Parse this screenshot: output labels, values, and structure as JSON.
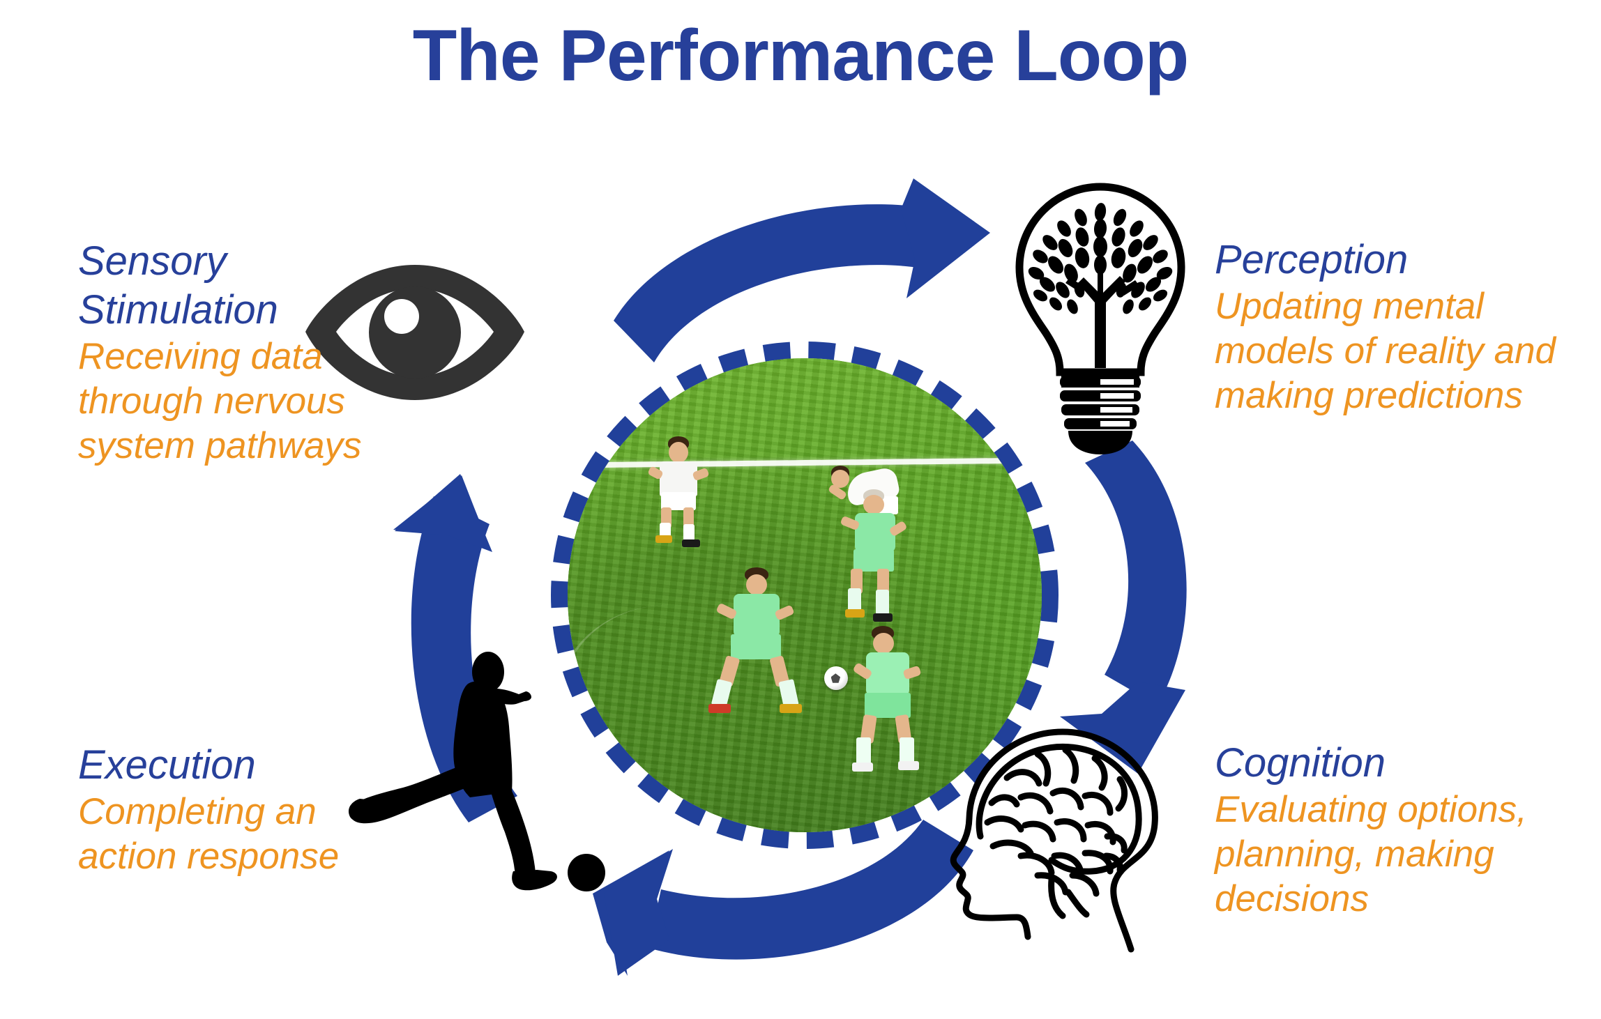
{
  "page": {
    "title": "The Performance Loop",
    "background": "#ffffff"
  },
  "colors": {
    "heading_blue": "#27409a",
    "body_orange": "#ee9421",
    "arrow_blue": "#21409a",
    "dash_ring_blue": "#21409a",
    "eye_icon_gray": "#333333",
    "outline_black": "#000000",
    "pitch_green": "#5da824"
  },
  "stages": [
    {
      "id": "sensory-stimulation",
      "heading": "Sensory\nStimulation",
      "body": "Receiving data\nthrough nervous\nsystem pathways",
      "icon": "eye-icon",
      "position": "top-left"
    },
    {
      "id": "perception",
      "heading": "Perception",
      "body": "Updating mental\nmodels of reality and\nmaking predictions",
      "icon": "lightbulb-tree-icon",
      "position": "top-right"
    },
    {
      "id": "cognition",
      "heading": "Cognition",
      "body": "Evaluating options,\nplanning, making\ndecisions",
      "icon": "head-brain-icon",
      "position": "bottom-right"
    },
    {
      "id": "execution",
      "heading": "Execution",
      "body": "Completing an\naction response",
      "icon": "soccer-player-silhouette-icon",
      "position": "bottom-left"
    }
  ],
  "arrows": [
    {
      "id": "arrow-sensory-to-perception",
      "from": "sensory-stimulation",
      "to": "perception",
      "direction": "clockwise-top"
    },
    {
      "id": "arrow-perception-to-cognition",
      "from": "perception",
      "to": "cognition",
      "direction": "clockwise-right"
    },
    {
      "id": "arrow-cognition-to-execution",
      "from": "cognition",
      "to": "execution",
      "direction": "clockwise-bottom"
    },
    {
      "id": "arrow-execution-to-sensory",
      "from": "execution",
      "to": "sensory-stimulation",
      "direction": "clockwise-left"
    }
  ],
  "center": {
    "id": "center-photo",
    "description": "Soccer match photo in dashed-border circle",
    "border_style": "dashed",
    "shape": "circle"
  }
}
